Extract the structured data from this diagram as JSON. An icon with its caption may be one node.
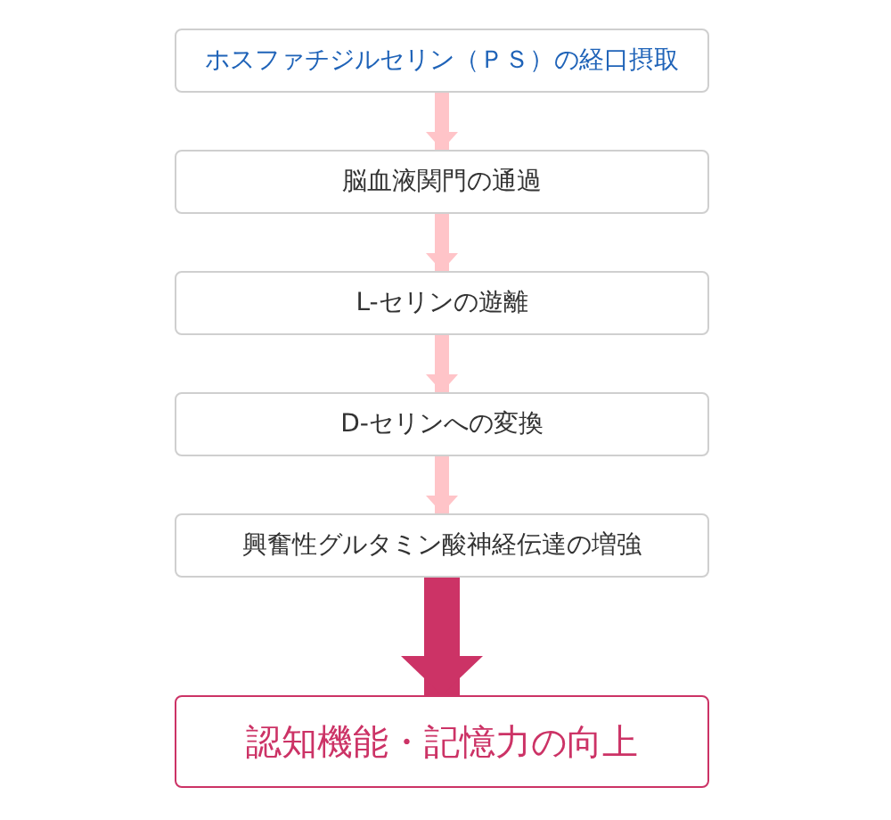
{
  "diagram": {
    "nodes": [
      {
        "text": [
          "ホスファチジルセリン（ＰＳ）の経口摂取"
        ]
      },
      {
        "text": [
          "脳血液関門の通過"
        ]
      },
      {
        "text": [
          "L-セリンの遊離"
        ]
      },
      {
        "text": [
          "D-セリンへの変換"
        ]
      },
      {
        "text": [
          "興奮性グルタミン酸神経伝達の増強"
        ]
      },
      {
        "text": [
          "認知機能・記憶力の向上"
        ]
      }
    ],
    "edges": [
      {
        "from": 0,
        "to": 1,
        "arrow": "to",
        "color": "#ffc4c8"
      },
      {
        "from": 1,
        "to": 2,
        "arrow": "to",
        "color": "#ffc4c8"
      },
      {
        "from": 2,
        "to": 3,
        "arrow": "to",
        "color": "#ffc4c8"
      },
      {
        "from": 3,
        "to": 4,
        "arrow": "to",
        "color": "#ffc4c8"
      },
      {
        "from": 4,
        "to": 5,
        "arrow": "to",
        "style": "thick",
        "color": "#cc3366"
      }
    ]
  }
}
